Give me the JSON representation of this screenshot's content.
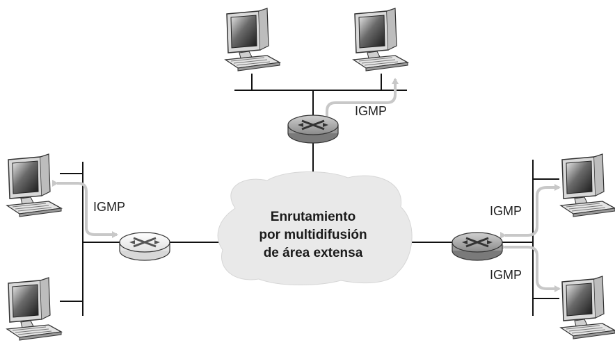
{
  "labels": {
    "igmp_top": "IGMP",
    "igmp_left": "IGMP",
    "igmp_right_upper": "IGMP",
    "igmp_right_lower": "IGMP"
  },
  "cloud": {
    "line1": "Enrutamiento",
    "line2": "por multidifusión",
    "line3": "de área extensa"
  },
  "icons": {
    "host": "computer-icon",
    "router": "router-icon",
    "network": "cloud-shape"
  },
  "colors": {
    "arrow": "#c8c8c8",
    "cloud": "#e8e8e8",
    "router_gray": "#9e9e9e",
    "router_white": "#f2f2f2"
  }
}
